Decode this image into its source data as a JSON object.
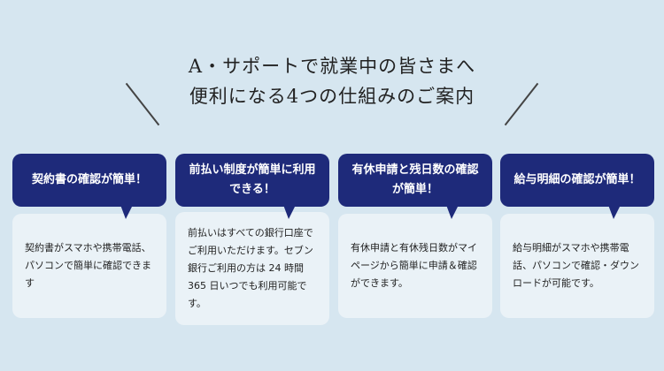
{
  "heading": {
    "line1": "A・サポートで就業中の皆さまへ",
    "line2": "便利になる4つの仕組みのご案内"
  },
  "features": [
    {
      "title": "契約書の確認が簡単！",
      "body": "契約書がスマホや携帯電話、パソコンで簡単に確認できます"
    },
    {
      "title": "前払い制度が簡単に利用できる！",
      "body": "前払いはすべての銀行口座でご利用いただけます。セブン銀行ご利用の方は 24 時間 365 日いつでも利用可能です。"
    },
    {
      "title": "有休申請と残日数の確認が簡単！",
      "body": "有休申請と有休残日数がマイページから簡単に申請＆確認ができます。"
    },
    {
      "title": "給与明細の確認が簡単！",
      "body": "給与明細がスマホや携帯電話、パソコンで確認・ダウンロードが可能です。"
    }
  ]
}
